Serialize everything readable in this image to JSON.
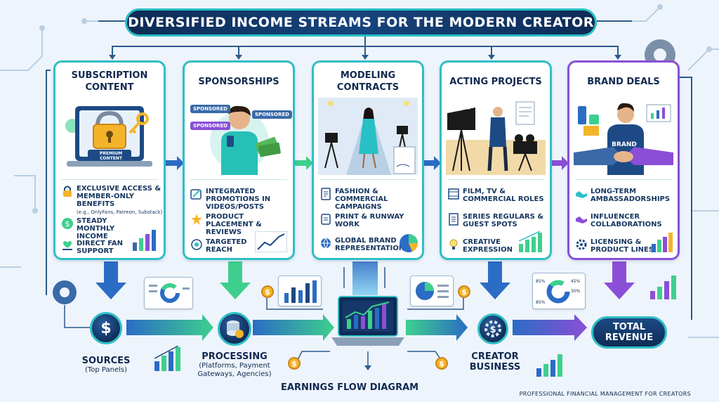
{
  "title": "DIVERSIFIED INCOME STREAMS FOR THE MODERN CREATOR",
  "cards": [
    {
      "title": "SUBSCRIPTION CONTENT",
      "illustration_label": "PREMIUM CONTENT",
      "bullets": [
        {
          "text": "EXCLUSIVE ACCESS & MEMBER-ONLY BENEFITS",
          "sub": "(e.g., OnlyFans, Patreon, Substack)",
          "icon": "lock-icon"
        },
        {
          "text": "STEADY MONTHLY INCOME",
          "icon": "dollar-coin-icon"
        },
        {
          "text": "DIRECT FAN SUPPORT",
          "icon": "heart-hand-icon"
        }
      ]
    },
    {
      "title": "SPONSORSHIPS",
      "illustration_tags": [
        "SPONSORED",
        "SPONSORED",
        "SPONSORED"
      ],
      "bullets": [
        {
          "text": "INTEGRATED PROMOTIONS IN VIDEOS/POSTS",
          "icon": "trend-arrow-icon"
        },
        {
          "text": "PRODUCT PLACEMENT & REVIEWS",
          "icon": "star-icon"
        },
        {
          "text": "TARGETED REACH",
          "icon": "target-icon"
        }
      ]
    },
    {
      "title": "MODELING CONTRACTS",
      "bullets": [
        {
          "text": "FASHION & COMMERCIAL CAMPAIGNS",
          "icon": "document-icon"
        },
        {
          "text": "PRINT & RUNWAY WORK",
          "icon": "scroll-icon"
        },
        {
          "text": "GLOBAL BRAND REPRESENTATION",
          "icon": "globe-icon"
        }
      ]
    },
    {
      "title": "ACTING PROJECTS",
      "bullets": [
        {
          "text": "FILM, TV & COMMERCIAL ROLES",
          "icon": "film-icon"
        },
        {
          "text": "SERIES REGULARS & GUEST SPOTS",
          "icon": "script-icon"
        },
        {
          "text": "CREATIVE EXPRESSION",
          "icon": "lightbulb-icon"
        }
      ]
    },
    {
      "title": "BRAND DEALS",
      "illustration_label": "BRAND",
      "bullets": [
        {
          "text": "LONG-TERM AMBASSADORSHIPS",
          "icon": "handshake-icon"
        },
        {
          "text": "INFLUENCER COLLABORATIONS",
          "icon": "handshake-icon"
        },
        {
          "text": "LICENSING & PRODUCT LINES",
          "icon": "gear-icon"
        }
      ]
    }
  ],
  "flow": {
    "sources": {
      "label": "SOURCES",
      "sub": "(Top Panels)"
    },
    "processing": {
      "label": "PROCESSING",
      "sub": "(Platforms, Payment Gateways, Agencies)"
    },
    "creator": {
      "label": "CREATOR BUSINESS"
    },
    "total": {
      "label": "TOTAL REVENUE"
    },
    "pie_labels": [
      "85%",
      "45%",
      "30%",
      "85%"
    ]
  },
  "footer_title": "EARNINGS FLOW DIAGRAM",
  "footer_note": "PROFESSIONAL FINANCIAL MANAGEMENT FOR CREATORS",
  "colors": {
    "navy": "#0d2b55",
    "teal": "#2fbfc6",
    "blue": "#2b6cc4",
    "green": "#3ecf8e",
    "purple": "#8a4fd6",
    "coin": "#f4b42a"
  }
}
